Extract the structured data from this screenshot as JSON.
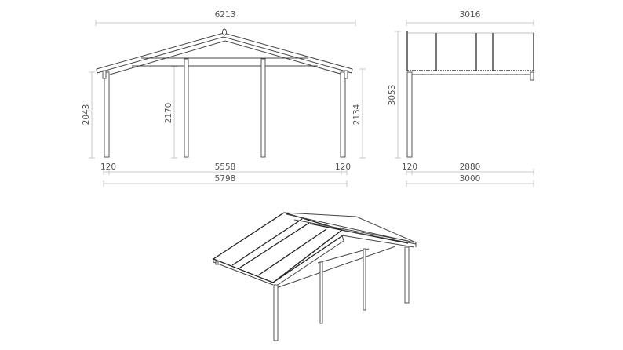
{
  "drawing": {
    "title": "Gable carport technical drawing",
    "units": "mm",
    "stroke_color": "#444444",
    "dimension_color": "#bbbbbb",
    "text_color": "#555555"
  },
  "front_view": {
    "overall_width": "6213",
    "left_height": "2043",
    "middle_height": "2170",
    "right_height": "2134",
    "left_post": "120",
    "inner_span": "5558",
    "right_post": "120",
    "post_span_total": "5798",
    "post_count": 4
  },
  "side_view": {
    "overall_depth": "3016",
    "overall_height": "3053",
    "post_width": "120",
    "inner_span": "2880",
    "total_span": "3000",
    "roof_panel_count": 4
  },
  "iso_view": {
    "label": "isometric-view",
    "roof_panel_lines": 3,
    "post_count": 4
  }
}
